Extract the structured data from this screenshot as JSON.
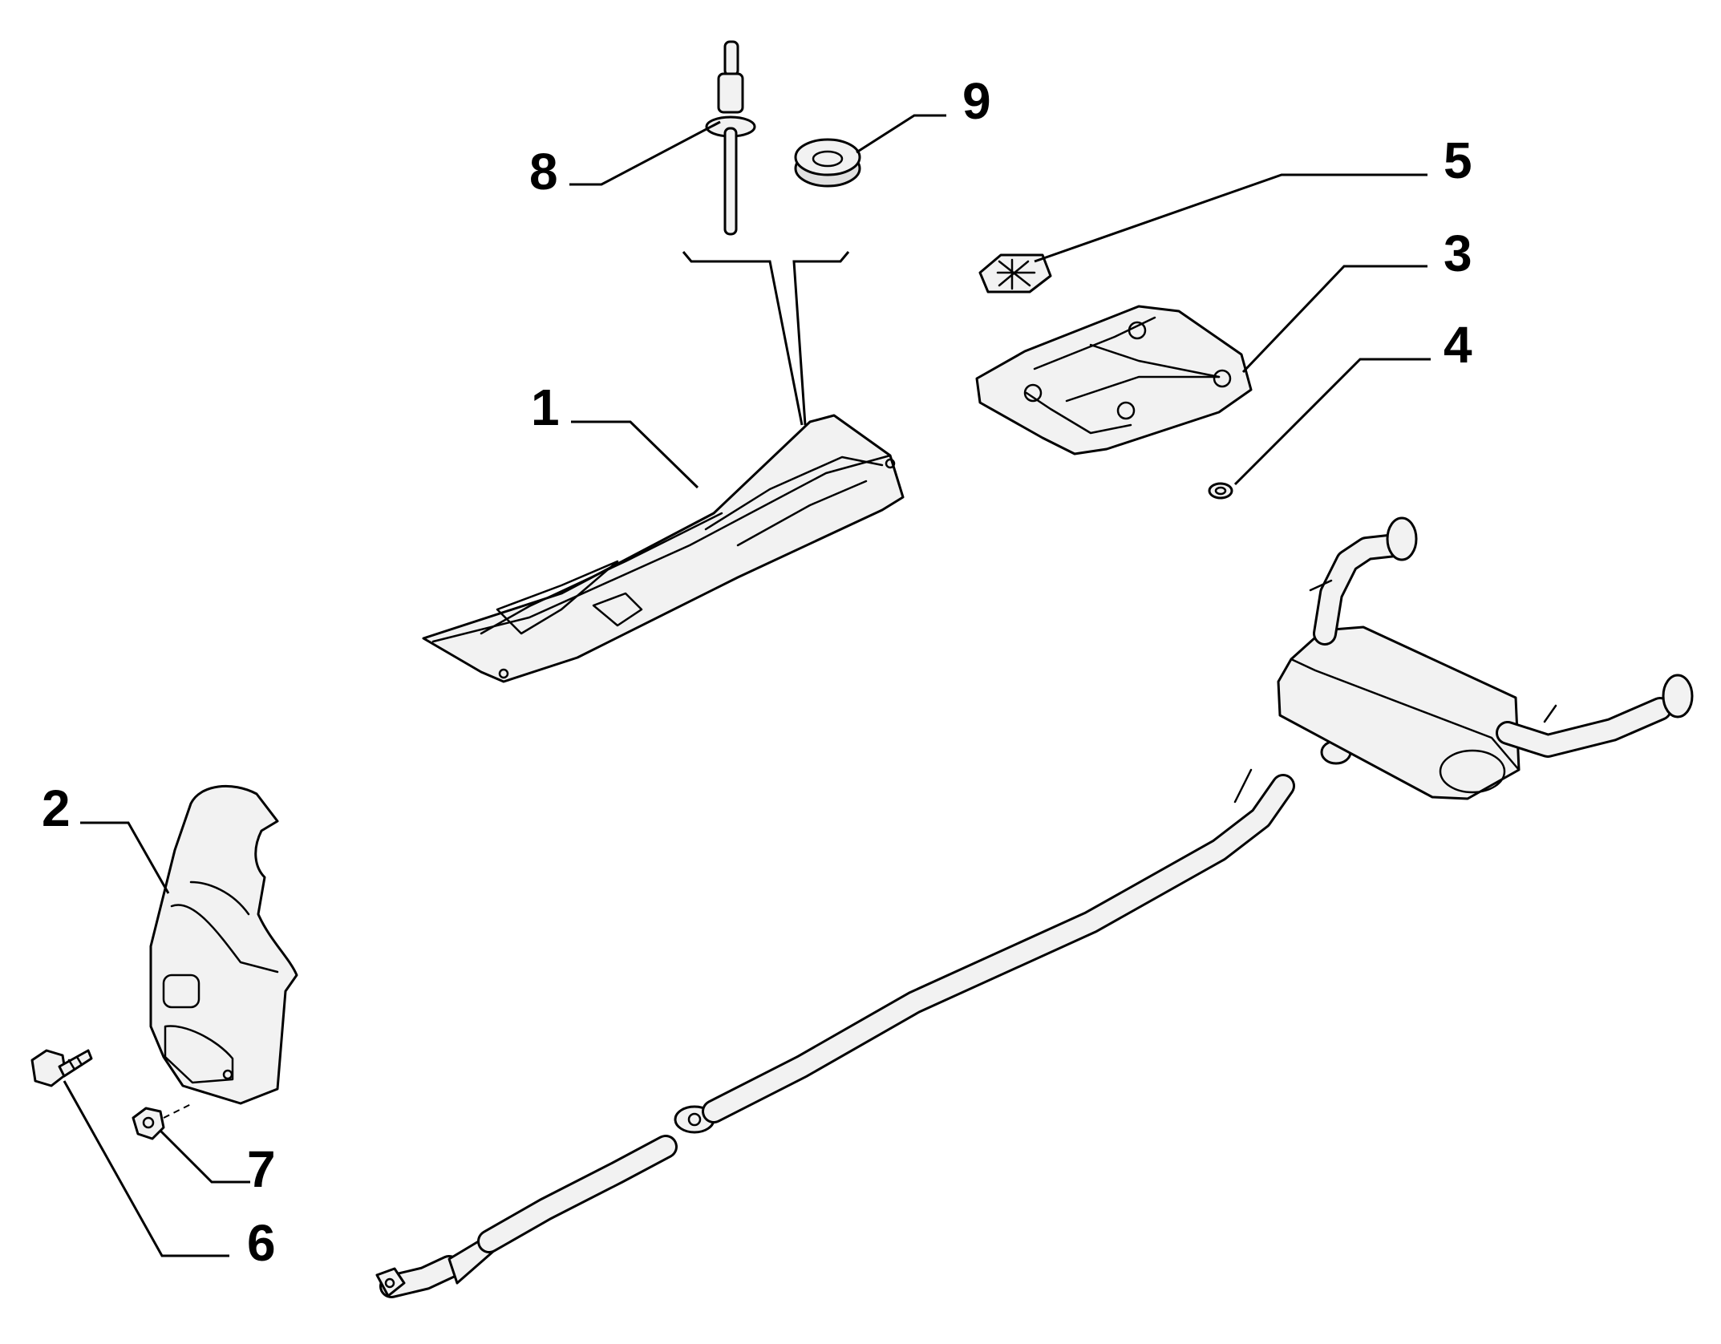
{
  "callouts": {
    "c1": "1",
    "c2": "2",
    "c3": "3",
    "c4": "4",
    "c5": "5",
    "c6": "6",
    "c7": "7",
    "c8": "8",
    "c9": "9"
  },
  "colors": {
    "line": "#000000",
    "part_fill": "#f2f2f2",
    "background": "#ffffff"
  }
}
